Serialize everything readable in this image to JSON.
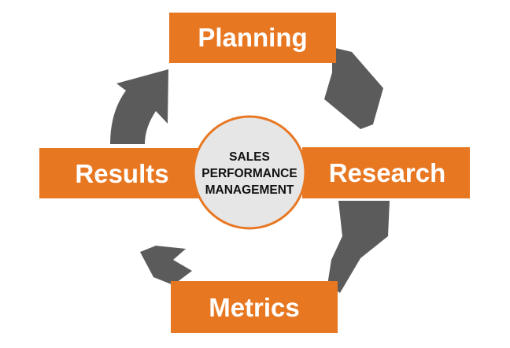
{
  "diagram": {
    "center": {
      "lines": [
        "SALES",
        "PERFORMANCE",
        "MANAGEMENT"
      ]
    },
    "stages": [
      {
        "id": "planning",
        "label": "Planning"
      },
      {
        "id": "research",
        "label": "Research"
      },
      {
        "id": "metrics",
        "label": "Metrics"
      },
      {
        "id": "results",
        "label": "Results"
      }
    ],
    "colors": {
      "stage_box": "#E87722",
      "stage_text": "#FFFFFF",
      "arrow": "#5B5B5B",
      "center_fill": "#E6E6E6",
      "center_border": "#E87722",
      "center_text": "#111111"
    }
  }
}
